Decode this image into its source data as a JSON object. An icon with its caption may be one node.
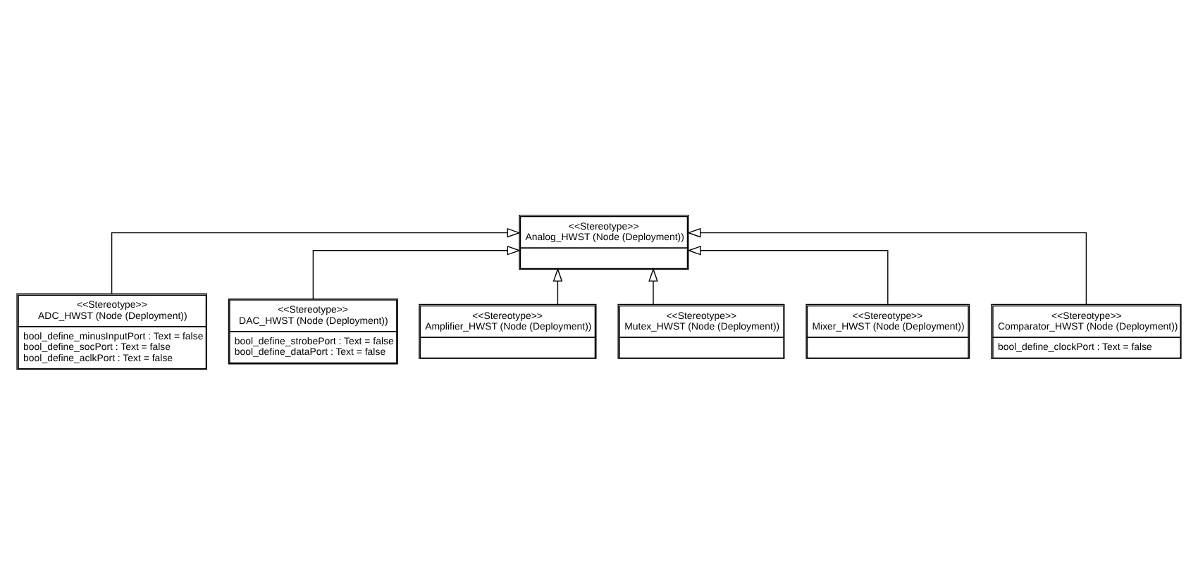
{
  "diagram": {
    "nodes": [
      {
        "text": [
          "<<Stereotype>>",
          "Analog_HWST (Node (Deployment))"
        ]
      },
      {
        "text": [
          "<<Stereotype>>",
          "ADC_HWST (Node (Deployment))",
          "bool_define_minusInputPort : Text = false",
          "bool_define_socPort : Text = false",
          "bool_define_aclkPort : Text = false"
        ]
      },
      {
        "text": [
          "<<Stereotype>>",
          "DAC_HWST (Node (Deployment))",
          "bool_define_strobePort : Text = false",
          "bool_define_dataPort : Text = false"
        ]
      },
      {
        "text": [
          "<<Stereotype>>",
          "Amplifier_HWST (Node (Deployment))"
        ]
      },
      {
        "text": [
          "<<Stereotype>>",
          "Mutex_HWST (Node (Deployment))"
        ]
      },
      {
        "text": [
          "<<Stereotype>>",
          "Mixer_HWST (Node (Deployment))"
        ]
      },
      {
        "text": [
          "<<Stereotype>>",
          "Comparator_HWST (Node (Deployment))",
          "bool_define_clockPort : Text = false"
        ]
      }
    ],
    "edges": [
      {
        "from": 1,
        "to": 0,
        "arrow": "to"
      },
      {
        "from": 4,
        "to": 0,
        "arrow": "to"
      },
      {
        "from": 6,
        "to": 0,
        "arrow": "to"
      },
      {
        "from": 5,
        "to": 0,
        "arrow": "to"
      },
      {
        "from": 3,
        "to": 0,
        "arrow": "to"
      },
      {
        "from": 2,
        "to": 0,
        "arrow": "to"
      }
    ]
  }
}
